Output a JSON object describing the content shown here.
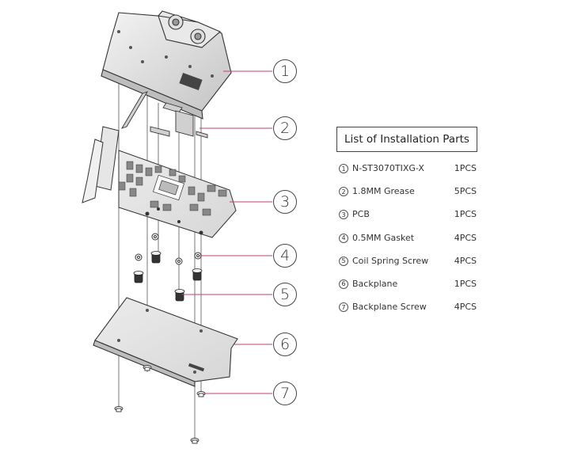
{
  "list_title": "List of Installation Parts",
  "callouts": [
    "1",
    "2",
    "3",
    "4",
    "5",
    "6",
    "7"
  ],
  "parts": [
    {
      "num": "1",
      "name": "N-ST3070TIXG-X",
      "qty": "1PCS"
    },
    {
      "num": "2",
      "name": "1.8MM Grease",
      "qty": "5PCS"
    },
    {
      "num": "3",
      "name": "PCB",
      "qty": "1PCS"
    },
    {
      "num": "4",
      "name": "0.5MM Gasket",
      "qty": "4PCS"
    },
    {
      "num": "5",
      "name": "Coil Spring Screw",
      "qty": "4PCS"
    },
    {
      "num": "6",
      "name": "Backplane",
      "qty": "1PCS"
    },
    {
      "num": "7",
      "name": "Backplane Screw",
      "qty": "4PCS"
    }
  ],
  "colors": {
    "leader_line": "#c0427a",
    "outline": "#333333",
    "shading": "#cfcfcf"
  }
}
